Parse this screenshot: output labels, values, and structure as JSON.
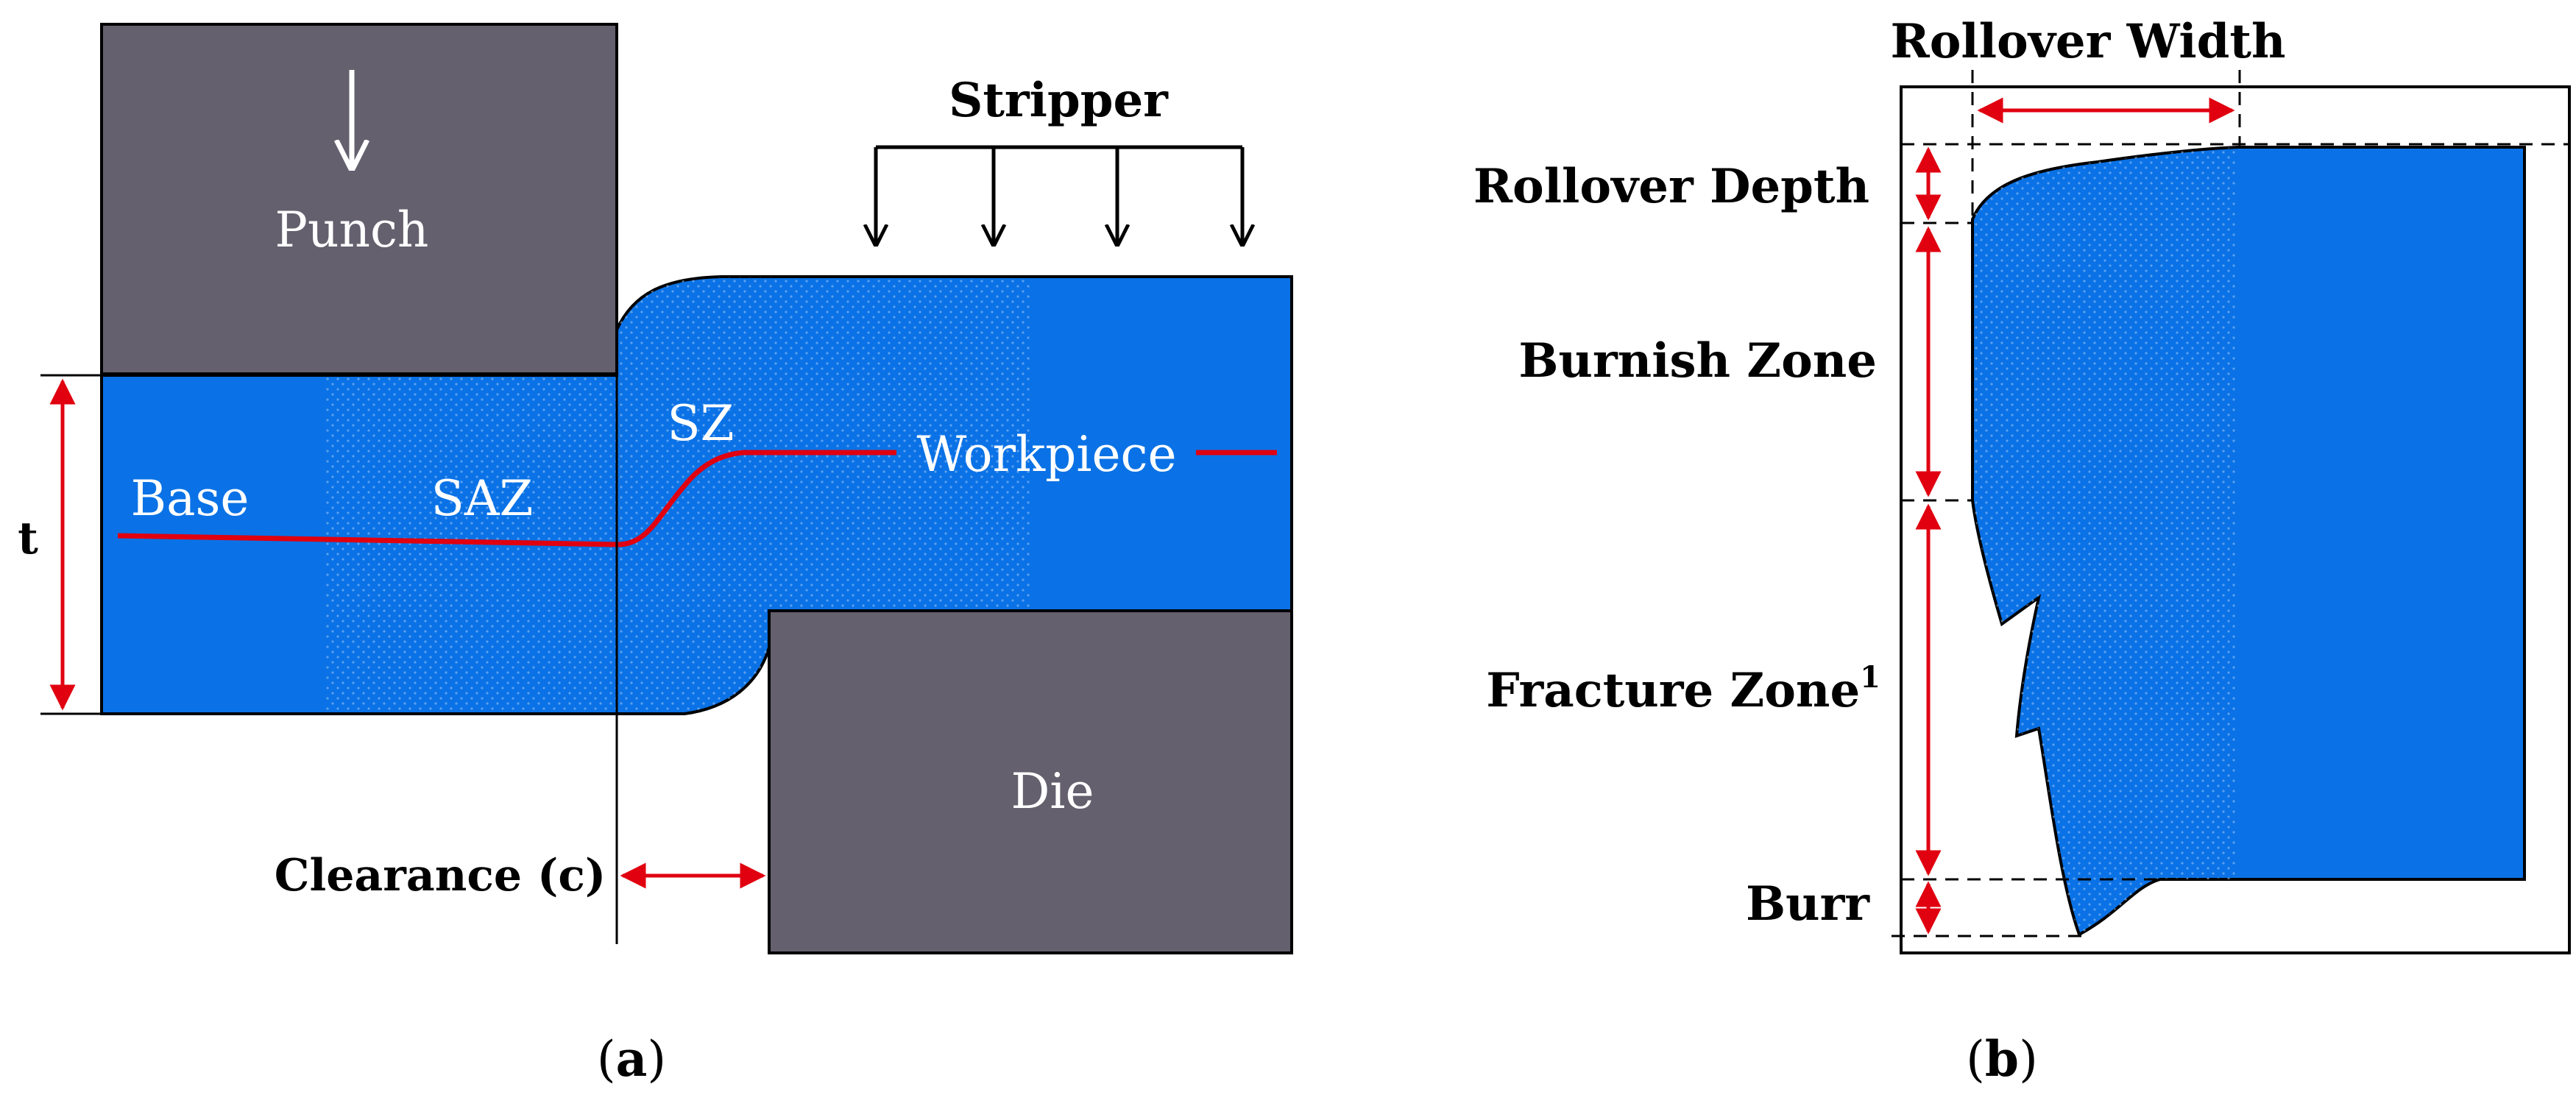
{
  "panel_a": {
    "punch": "Punch",
    "stripper": "Stripper",
    "workpiece": "Workpiece",
    "base": "Base",
    "saz": "SAZ",
    "sz": "SZ",
    "die": "Die",
    "thickness": "t",
    "clearance": "Clearance (c)",
    "caption_open": "(",
    "caption_letter": "a",
    "caption_close": ")"
  },
  "panel_b": {
    "rollover_width": "Rollover Width",
    "rollover_depth": "Rollover Depth",
    "burnish_zone": "Burnish Zone",
    "fracture_zone": "Fracture Zone",
    "fracture_zone_sup": "1",
    "burr": "Burr",
    "caption_open": "(",
    "caption_letter": "b",
    "caption_close": ")"
  },
  "colors": {
    "material_blue": "#0a72e6",
    "tool_gray": "#64606e",
    "arrow_red": "#e00010",
    "line_black": "#000000"
  }
}
